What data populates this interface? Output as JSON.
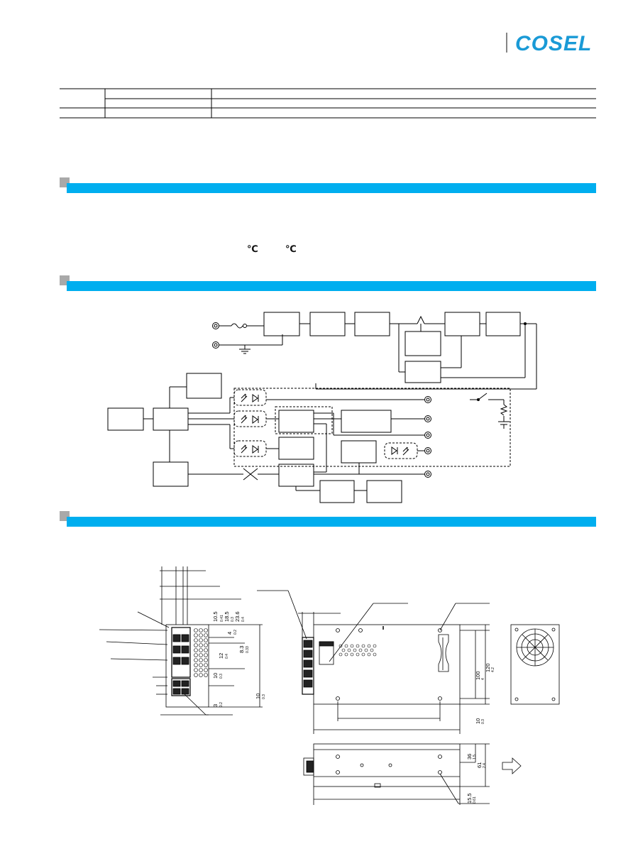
{
  "brand": {
    "name": "COSEL",
    "color": "#1a9ad6"
  },
  "colors": {
    "section_bar": "#00aeef",
    "section_tab": "#a9a9a9",
    "line": "#000000"
  },
  "temperature_units": {
    "unit_1": "℃",
    "unit_2": "℃"
  },
  "icons": {
    "fuse": "fuse-icon",
    "ground": "ground-icon",
    "photocoupler": "photocoupler-icon",
    "transformer": "transformer-icon",
    "switch": "switch-icon",
    "fan_grille": "fan-grille-icon",
    "airflow_arrow": "airflow-arrow-icon"
  },
  "dimensions": {
    "d1": "10.5",
    "d1_tol": "0.41",
    "d2": "18.5",
    "d2_tol": "0.3",
    "d3": "23.6",
    "d3_tol": "0.4",
    "d4": "4",
    "d4_tol": "0.2",
    "d5": "8.3",
    "d5_tol": "0.33",
    "d6": "12",
    "d6_tol": "0.4",
    "d7": "10",
    "d7_tol": "0.3",
    "d8": "10",
    "d8_tol": "0.3",
    "d9": "3",
    "d9_tol": "0.2",
    "front_h1": "100",
    "front_h1_tol": "4",
    "front_h2": "120",
    "front_h2_tol": "4.2",
    "front_bottom": "10",
    "front_bottom_tol": "0.3",
    "side_h1": "36",
    "side_h1_tol": "1.5",
    "side_h2": "61",
    "side_h2_tol": "2.4",
    "side_bottom": "15.5",
    "side_bottom_tol": "0.61"
  }
}
